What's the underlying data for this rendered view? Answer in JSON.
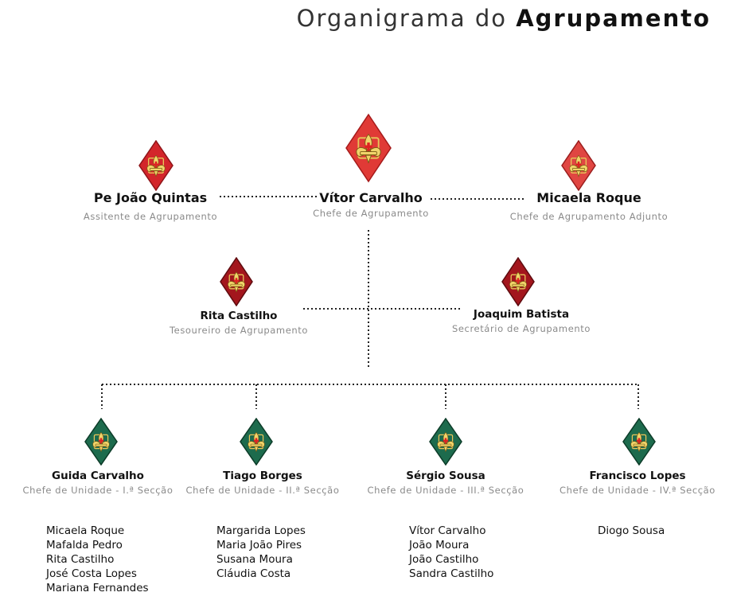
{
  "title": {
    "prefix": "Organigrama do",
    "emphasis": "Agrupamento"
  },
  "colors": {
    "red_badge": "#e03a36",
    "dark_red_badge": "#a3161d",
    "green_badge": "#1d6b4d",
    "gold": "#e8c55a",
    "role_text": "#8a8a8a"
  },
  "leadership": {
    "left": {
      "name": "Pe João Quintas",
      "role": "Assitente de Agrupamento",
      "icon": "fleur-de-lis-badge-icon"
    },
    "center": {
      "name": "Vítor Carvalho",
      "role": "Chefe de Agrupamento",
      "icon": "fleur-de-lis-badge-icon"
    },
    "right": {
      "name": "Micaela Roque",
      "role": "Chefe de Agrupamento Adjunto",
      "icon": "fleur-de-lis-badge-icon"
    }
  },
  "staff": {
    "treasurer": {
      "name": "Rita Castilho",
      "role": "Tesoureiro de Agrupamento"
    },
    "secretary": {
      "name": "Joaquim Batista",
      "role": "Secretário de Agrupamento"
    }
  },
  "units": [
    {
      "name": "Guida Carvalho",
      "role": "Chefe de Unidade - I.ª Secção",
      "members": [
        "Micaela Roque",
        "Mafalda Pedro",
        "Rita Castilho",
        "José Costa Lopes",
        "Mariana Fernandes"
      ]
    },
    {
      "name": "Tiago Borges",
      "role": "Chefe de Unidade - II.ª Secção",
      "members": [
        "Margarida Lopes",
        "Maria João Pires",
        "Susana Moura",
        "Cláudia Costa"
      ]
    },
    {
      "name": "Sérgio Sousa",
      "role": "Chefe de Unidade - III.ª Secção",
      "members": [
        "Vítor Carvalho",
        "João Moura",
        "João Castilho",
        "Sandra Castilho"
      ]
    },
    {
      "name": "Francisco Lopes",
      "role": "Chefe de Unidade - IV.ª Secção",
      "members": [
        "Diogo Sousa"
      ]
    }
  ]
}
